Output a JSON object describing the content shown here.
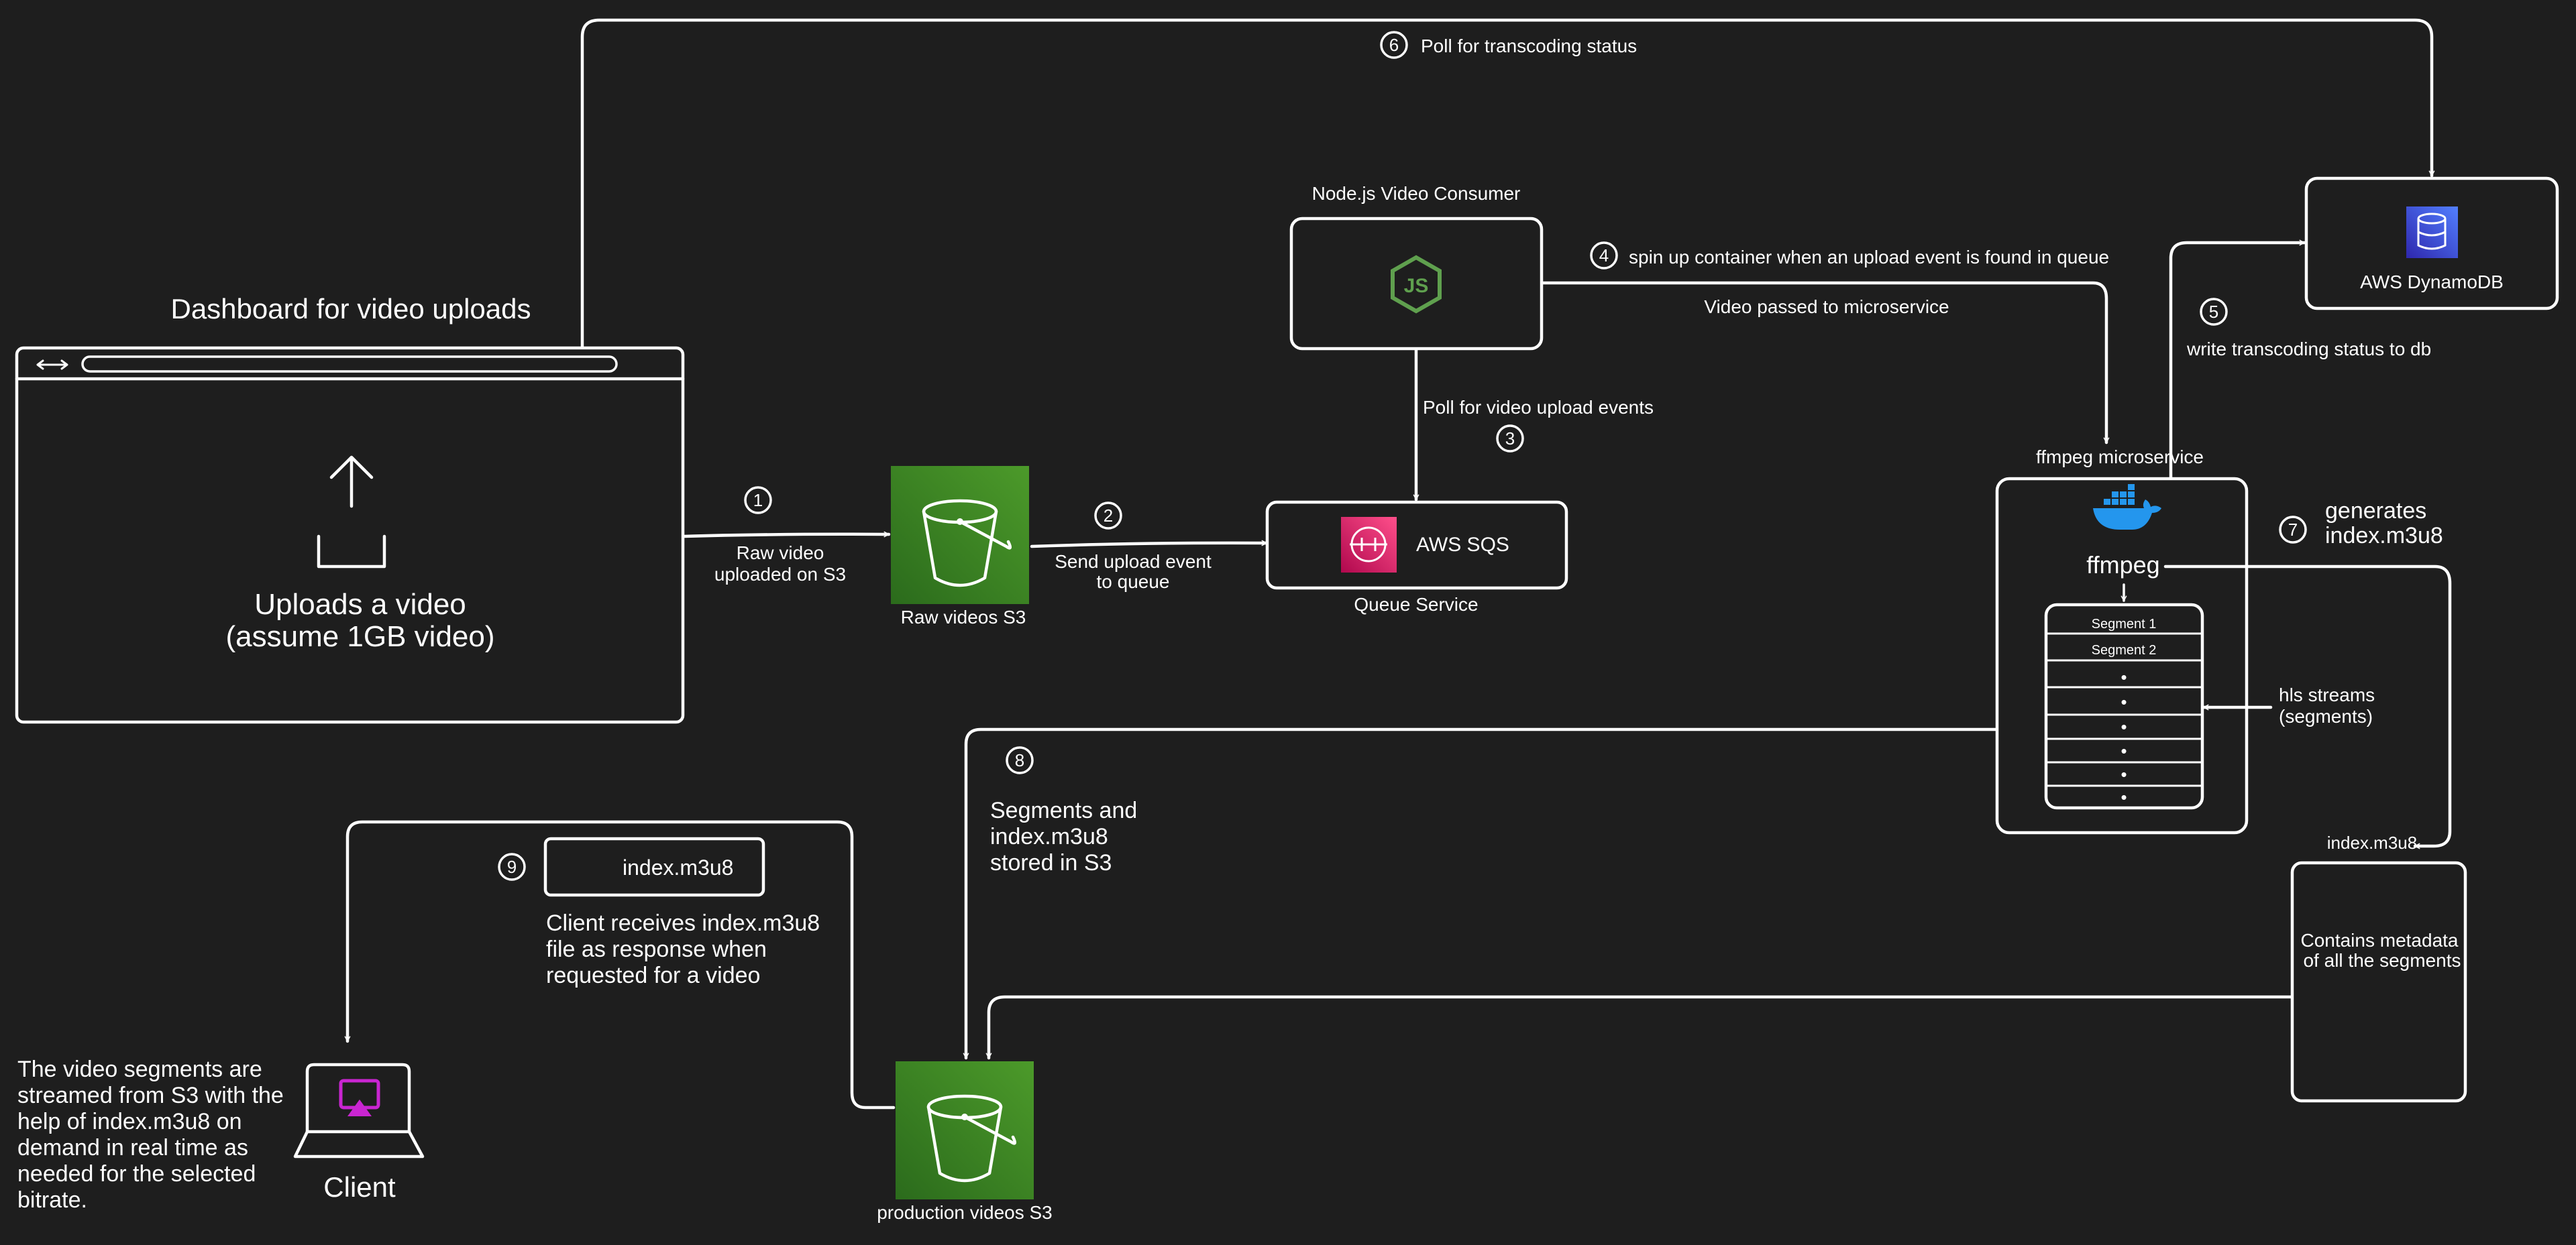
{
  "colors": {
    "background": "#1e1e1e",
    "stroke": "#ffffff",
    "s3_green_dark": "#2b6b1c",
    "s3_green_light": "#4c9a2a",
    "sqs_pink": "#e7157b",
    "dynamodb_blue": "#3a48d4",
    "nodejs_green": "#5fa04e",
    "docker_blue": "#2496ed",
    "client_magenta": "#c925d1"
  },
  "icons": [
    "upload-icon",
    "s3-bucket-icon",
    "aws-sqs-icon",
    "nodejs-icon",
    "dynamodb-icon",
    "docker-icon",
    "airplay-icon"
  ],
  "dashboard": {
    "title": "Dashboard for video uploads",
    "upload_line1": "Uploads a video",
    "upload_line2": "(assume 1GB video)"
  },
  "raw_s3": {
    "label": "Raw videos S3"
  },
  "queue": {
    "name": "AWS SQS",
    "caption": "Queue Service"
  },
  "consumer": {
    "title": "Node.js Video Consumer"
  },
  "dynamodb": {
    "name": "AWS DynamoDB"
  },
  "microservice": {
    "title": "ffmpeg microservice",
    "ffmpeg_label": "ffmpeg",
    "segments": [
      "Segment 1",
      "Segment 2"
    ],
    "dots": [
      "•",
      "•",
      "•",
      "•",
      "•",
      "•"
    ]
  },
  "hls": {
    "line1": "hls streams",
    "line2": "(segments)"
  },
  "index_file": {
    "label": "index.m3u8",
    "desc_line1": "Contains metadata",
    "desc_line2": "of all the segments"
  },
  "production_s3": {
    "label": "production videos S3"
  },
  "client": {
    "label": "Client",
    "note": [
      "The video segments are",
      "streamed from S3 with the",
      "help of index.m3u8 on",
      "demand in real time as",
      "needed for the selected",
      "bitrate."
    ]
  },
  "steps": {
    "s1": {
      "num": "1",
      "line1": "Raw video",
      "line2": "uploaded on S3"
    },
    "s2": {
      "num": "2",
      "line1": "Send upload event",
      "line2": "to queue"
    },
    "s3": {
      "num": "3",
      "line1": "Poll for video upload events"
    },
    "s4": {
      "num": "4",
      "line1": "spin up container when an upload event is found in queue",
      "line2": "Video passed to microservice"
    },
    "s5": {
      "num": "5",
      "line1": "write transcoding status to db"
    },
    "s6": {
      "num": "6",
      "line1": "Poll for transcoding status"
    },
    "s7": {
      "num": "7",
      "line1": "generates",
      "line2": "index.m3u8"
    },
    "s8": {
      "num": "8",
      "line1": "Segments and",
      "line2": "index.m3u8",
      "line3": "stored in S3"
    },
    "s9": {
      "num": "9",
      "box": "index.m3u8",
      "line1": "Client receives index.m3u8",
      "line2": "file as response when",
      "line3": "requested for a video"
    }
  }
}
